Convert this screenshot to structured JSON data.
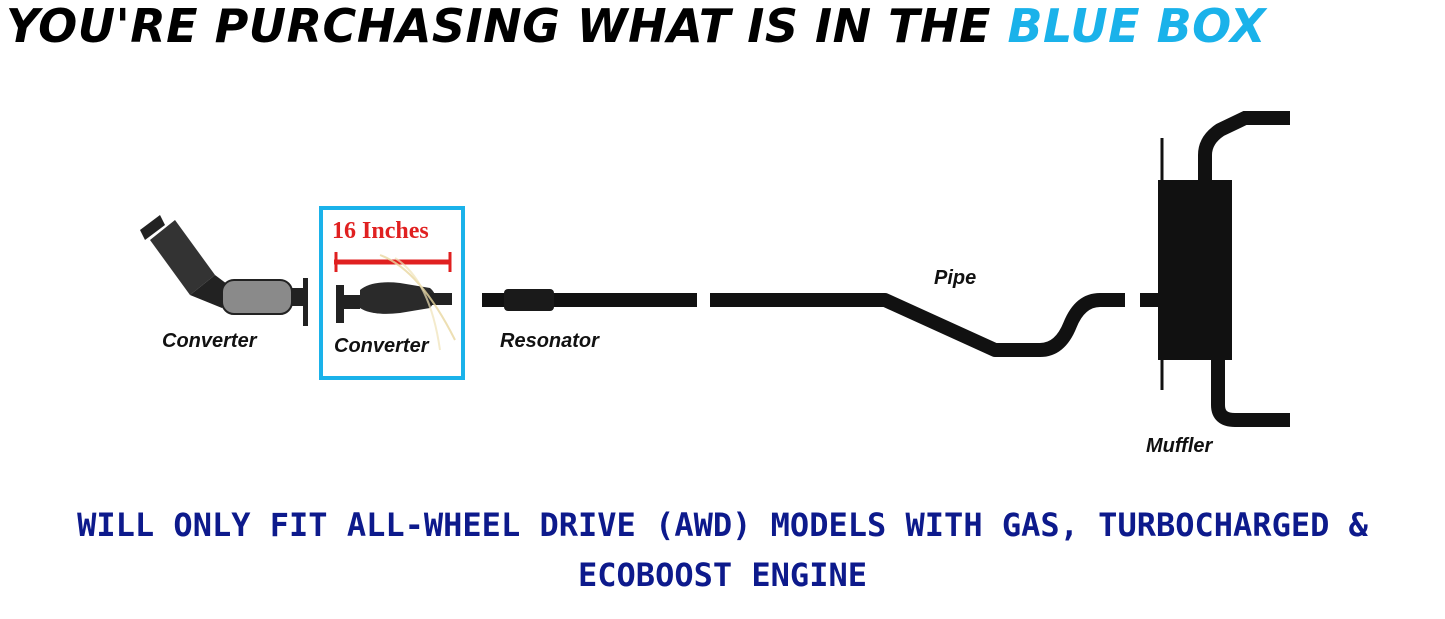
{
  "header": {
    "text": "YOU'RE PURCHASING WHAT IS IN THE",
    "accent_text": "BLUE BOX",
    "accent_color": "#1ab2ea"
  },
  "diagram": {
    "highlight_color": "#1ab2ea",
    "dimension_color": "#e02020",
    "dimension_label": "16 Inches",
    "labels": {
      "converter_front": "Converter",
      "converter_boxed": "Converter",
      "resonator": "Resonator",
      "pipe": "Pipe",
      "muffler": "Muffler"
    }
  },
  "footer": {
    "line1": "WILL ONLY FIT ALL-WHEEL DRIVE (AWD) MODELS WITH GAS, TURBOCHARGED &",
    "line2": "ECOBOOST ENGINE",
    "color": "#0d1a8c"
  }
}
